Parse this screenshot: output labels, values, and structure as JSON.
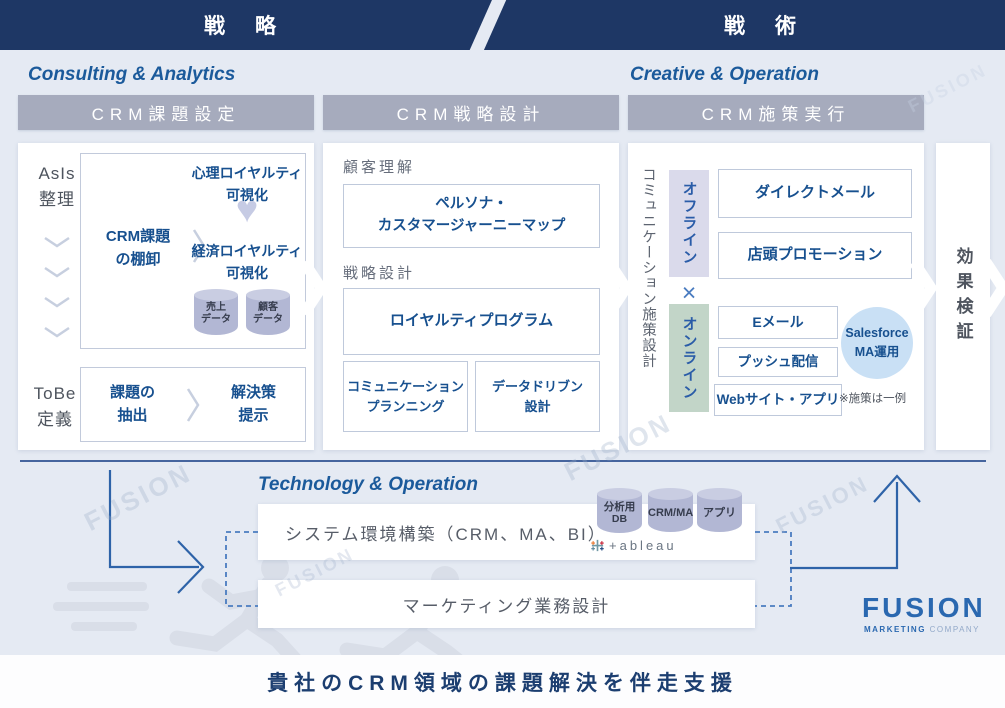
{
  "banner": {
    "strategy": "戦略",
    "tactics": "戦術"
  },
  "phase_headers": {
    "consulting": "Consulting & Analytics",
    "creative": "Creative & Operation",
    "technology": "Technology & Operation"
  },
  "stage_bars": {
    "issue": "CRM課題設定",
    "strategy": "CRM戦略設計",
    "execution": "CRM施策実行"
  },
  "card_issue": {
    "asis_line1": "AsIs",
    "asis_line2": "整理",
    "inventory_line1": "CRM課題",
    "inventory_line2": "の棚卸",
    "psych_line1": "心理ロイヤルティ",
    "psych_line2": "可視化",
    "econ_line1": "経済ロイヤルティ",
    "econ_line2": "可視化",
    "sales_db_line1": "売上",
    "sales_db_line2": "データ",
    "customer_db_line1": "顧客",
    "customer_db_line2": "データ",
    "tobe_line1": "ToBe",
    "tobe_line2": "定義",
    "extract_line1": "課題の",
    "extract_line2": "抽出",
    "solution_line1": "解決策",
    "solution_line2": "提示"
  },
  "card_strategy": {
    "understanding_label": "顧客理解",
    "persona_line1": "ペルソナ・",
    "persona_line2": "カスタマージャーニーマップ",
    "design_label": "戦略設計",
    "loyalty_program": "ロイヤルティプログラム",
    "comm_line1": "コミュニケーション",
    "comm_line2": "プランニング",
    "datadriven_line1": "データドリブン",
    "datadriven_line2": "設計"
  },
  "card_execution": {
    "vertical_label": "コミュニケーション施策設計",
    "offline": "オフライン",
    "cross": "×",
    "online": "オンライン",
    "direct_mail": "ダイレクトメール",
    "store_promotion": "店頭プロモーション",
    "email": "Eメール",
    "push": "プッシュ配信",
    "web_app": "Webサイト・アプリ",
    "salesforce_line1": "Salesforce",
    "salesforce_line2": "MA運用",
    "note": "※施策は一例"
  },
  "effect_check": {
    "label": "効果検証"
  },
  "technology": {
    "system_bar": "システム環境構築（CRM、MA、BI）",
    "marketing_bar": "マーケティング業務設計",
    "analytics_db_line1": "分析用",
    "analytics_db_line2": "DB",
    "crm_ma_db": "CRM/MA",
    "app_db": "アプリ",
    "tableau": "+ableau"
  },
  "logo": {
    "name": "FUSION",
    "sub_bold": "MARKETING",
    "sub_light": "COMPANY"
  },
  "caption": "貴社のCRM領域の課題解決を伴走支援",
  "watermark_text": "FUSION",
  "colors": {
    "banner_navy": "#1e3765",
    "accent_blue": "#17508f",
    "stage_bar_gray": "#a6abbd",
    "offline_lavender": "#dadaeb",
    "online_green": "#c2d5c8",
    "salesforce_blue": "#c9e0f5",
    "cylinder_lavender": "#b2b7d4",
    "logo_blue": "#2a68b0"
  }
}
